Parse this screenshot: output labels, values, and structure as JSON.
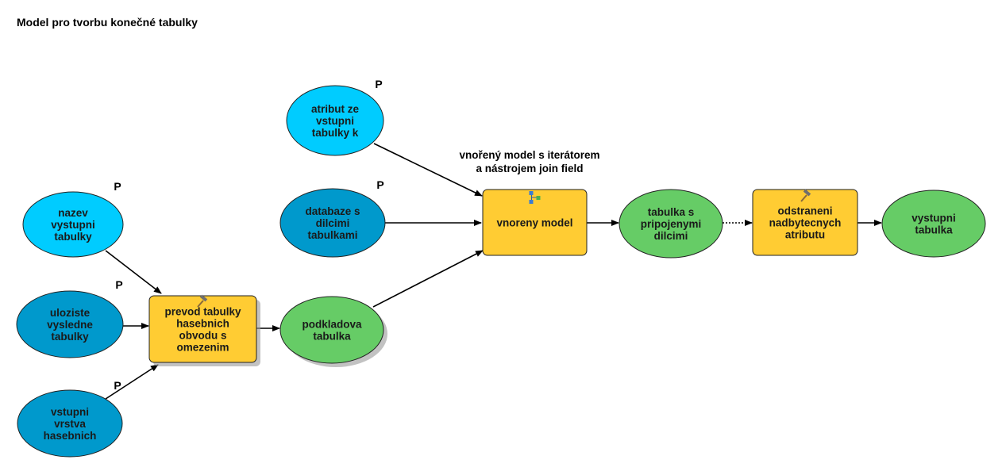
{
  "title": "Model pro tvorbu konečné tabulky",
  "annotation": [
    "vnořený model s iterátorem",
    "a nástrojem join field"
  ],
  "colors": {
    "input_light": "#00ccff",
    "input_dark": "#0099cc",
    "tool": "#ffcc33",
    "output": "#66cc66"
  },
  "parameter_marker": "P",
  "nodes": {
    "nazev": {
      "lines": [
        "nazev",
        "vystupni",
        "tabulky"
      ],
      "kind": "input_light",
      "param": true
    },
    "uloziste": {
      "lines": [
        "uloziste",
        "vysledne",
        "tabulky"
      ],
      "kind": "input_dark",
      "param": true
    },
    "vstupni": {
      "lines": [
        "vstupni",
        "vrstva",
        "hasebnich"
      ],
      "kind": "input_dark",
      "param": true
    },
    "prevod": {
      "lines": [
        "prevod tabulky",
        "hasebnich",
        "obvodu s",
        "omezenim"
      ],
      "kind": "tool",
      "icon": "hammer-icon"
    },
    "podkladova": {
      "lines": [
        "podkladova",
        "tabulka"
      ],
      "kind": "output"
    },
    "atribut": {
      "lines": [
        "atribut ze",
        "vstupni",
        "tabulky k"
      ],
      "kind": "input_light",
      "param": true
    },
    "databaze": {
      "lines": [
        "databaze s",
        "dilcimi",
        "tabulkami"
      ],
      "kind": "input_dark",
      "param": true
    },
    "vnoreny": {
      "lines": [
        "vnoreny model"
      ],
      "kind": "tool",
      "icon": "model-icon"
    },
    "tabulka_s": {
      "lines": [
        "tabulka s",
        "pripojenymi",
        "dilcimi"
      ],
      "kind": "output"
    },
    "odstraneni": {
      "lines": [
        "odstraneni",
        "nadbytecnych",
        "atributu"
      ],
      "kind": "tool",
      "icon": "hammer-icon"
    },
    "vystupni": {
      "lines": [
        "vystupni",
        "tabulka"
      ],
      "kind": "output"
    }
  },
  "connections": [
    {
      "from": "nazev",
      "to": "prevod"
    },
    {
      "from": "uloziste",
      "to": "prevod"
    },
    {
      "from": "vstupni",
      "to": "prevod"
    },
    {
      "from": "prevod",
      "to": "podkladova"
    },
    {
      "from": "atribut",
      "to": "vnoreny"
    },
    {
      "from": "databaze",
      "to": "vnoreny"
    },
    {
      "from": "podkladova",
      "to": "vnoreny"
    },
    {
      "from": "vnoreny",
      "to": "tabulka_s"
    },
    {
      "from": "tabulka_s",
      "to": "odstraneni",
      "style": "dotted"
    },
    {
      "from": "odstraneni",
      "to": "vystupni"
    }
  ]
}
